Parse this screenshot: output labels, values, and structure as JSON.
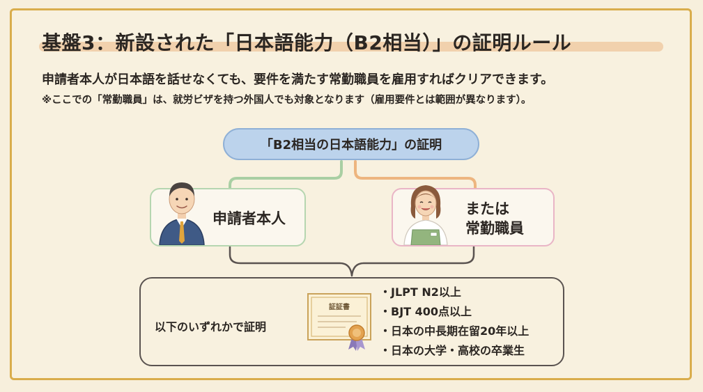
{
  "header": {
    "title": "基盤3：新設された「日本語能力（B2相当）」の証明ルール",
    "lead": "申請者本人が日本語を話せなくても、要件を満たす常勤職員を雇用すればクリアできます。",
    "note": "※ここでの「常勤職員」は、就労ビザを持つ外国人でも対象となります（雇用要件とは範囲が異なります）。"
  },
  "diagram": {
    "top_label": "「B2相当の日本語能力」の証明",
    "applicant_label": "申請者本人",
    "employee_label_line1": "または",
    "employee_label_line2": "常勤職員",
    "proof_label": "以下のいずれかで証明",
    "certificate_text": "証証書",
    "requirements": [
      "JLPT N2以上",
      "BJT 400点以上",
      "日本の中長期在留20年以上",
      "日本の大学・高校の卒業生"
    ]
  },
  "colors": {
    "background": "#f8f1df",
    "frame": "#d9ad4c",
    "title_highlight": "#efc59c",
    "top_pill": "#bcd3ec",
    "applicant_border": "#b5d6b0",
    "employee_border": "#e9b5c6",
    "connector_green": "#a9cfa3",
    "connector_orange": "#edb57f"
  },
  "icons": [
    "businessman-avatar-icon",
    "staff-woman-avatar-icon",
    "certificate-icon"
  ]
}
